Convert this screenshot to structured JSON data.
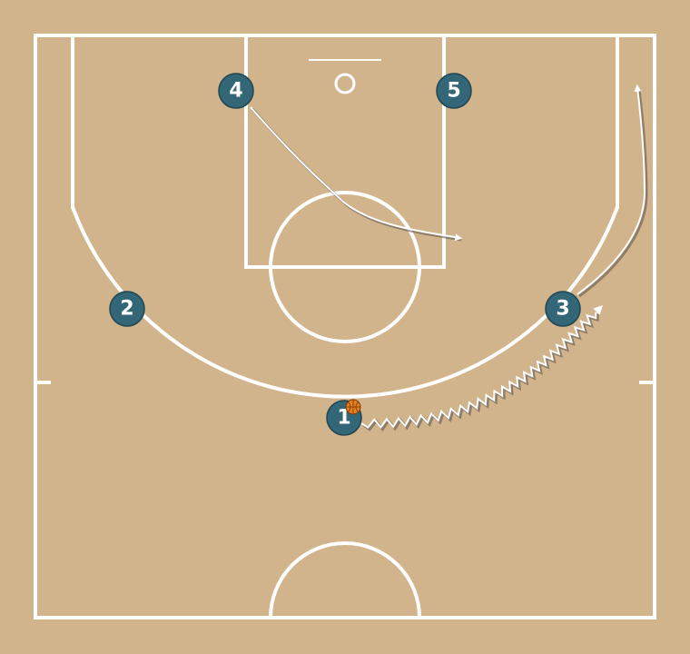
{
  "court": {
    "surface_color": "#d2b48c",
    "line_color": "#ffffff"
  },
  "players": {
    "color": "#336677",
    "border_color": "#1f4652",
    "p1": {
      "label": "1",
      "has_ball": true
    },
    "p2": {
      "label": "2"
    },
    "p3": {
      "label": "3"
    },
    "p4": {
      "label": "4"
    },
    "p5": {
      "label": "5"
    }
  },
  "ball": {
    "color": "#e67e22",
    "seam_color": "#7a3a00"
  },
  "actions": [
    {
      "type": "dribble",
      "from_player": "1",
      "to": "right-wing"
    },
    {
      "type": "cut",
      "from_player": "4",
      "to": "lane"
    },
    {
      "type": "cut",
      "from_player": "3",
      "to": "right-corner"
    }
  ]
}
